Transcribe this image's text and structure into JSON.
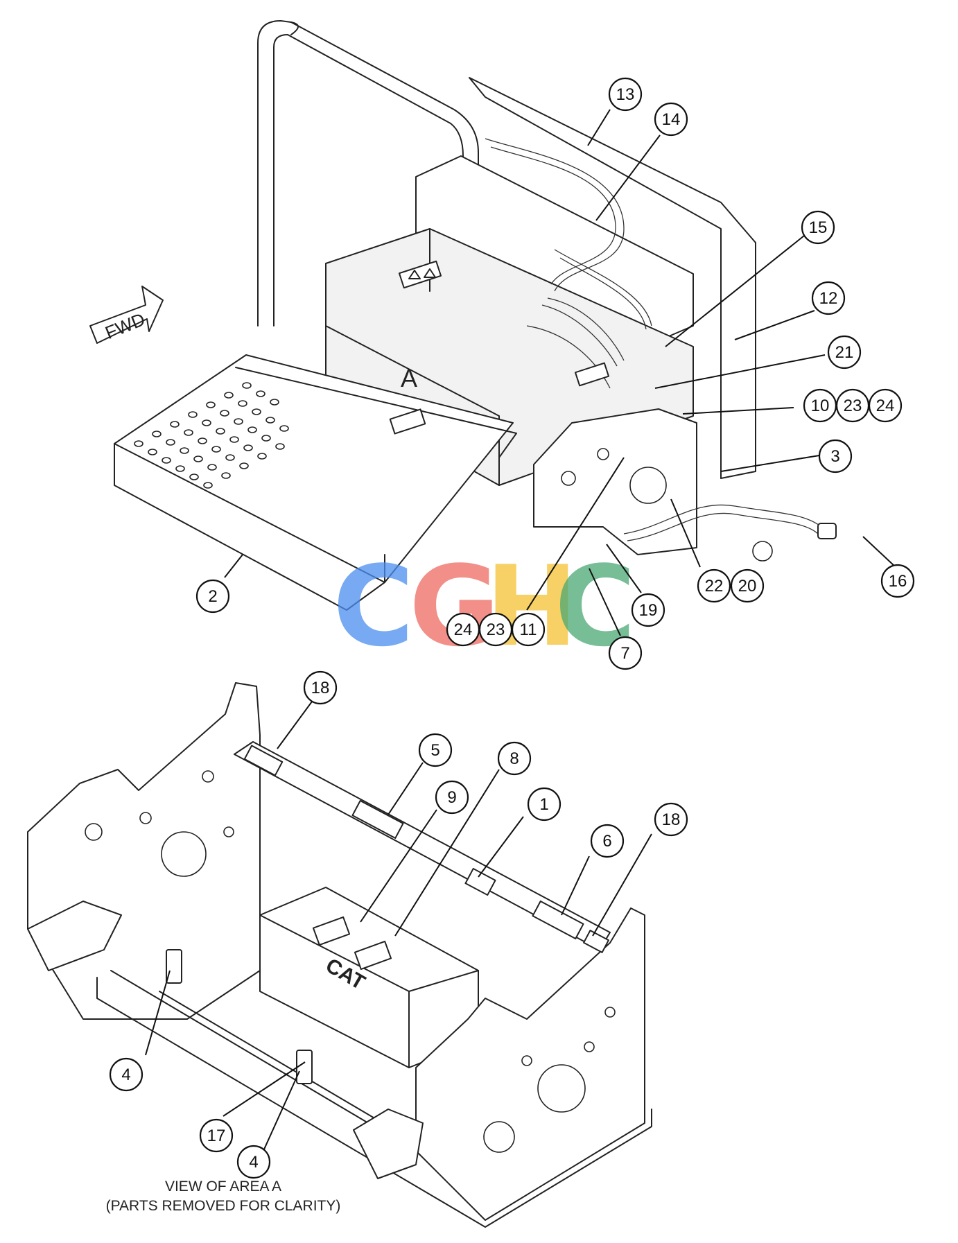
{
  "labels": {
    "forward_arrow": "FWD",
    "area_marker": "A",
    "cat_logo": "CAT",
    "caption_line1": "VIEW OF AREA A",
    "caption_line2": "(PARTS REMOVED FOR CLARITY)"
  },
  "watermark": {
    "letters": [
      "C",
      "G",
      "H",
      "C"
    ],
    "colors": [
      "#4a8ef0",
      "#ee6a62",
      "#f5c232",
      "#4aa874"
    ]
  },
  "callouts": {
    "c1": "1",
    "c2": "2",
    "c3": "3",
    "c4a": "4",
    "c4b": "4",
    "c5": "5",
    "c6": "6",
    "c7": "7",
    "c8": "8",
    "c9": "9",
    "c10": "10",
    "c11": "11",
    "c12": "12",
    "c13": "13",
    "c14": "14",
    "c15": "15",
    "c16": "16",
    "c17": "17",
    "c18a": "18",
    "c18b": "18",
    "c19": "19",
    "c20": "20",
    "c21": "21",
    "c22": "22",
    "c23a": "23",
    "c23b": "23",
    "c24a": "24",
    "c24b": "24"
  }
}
